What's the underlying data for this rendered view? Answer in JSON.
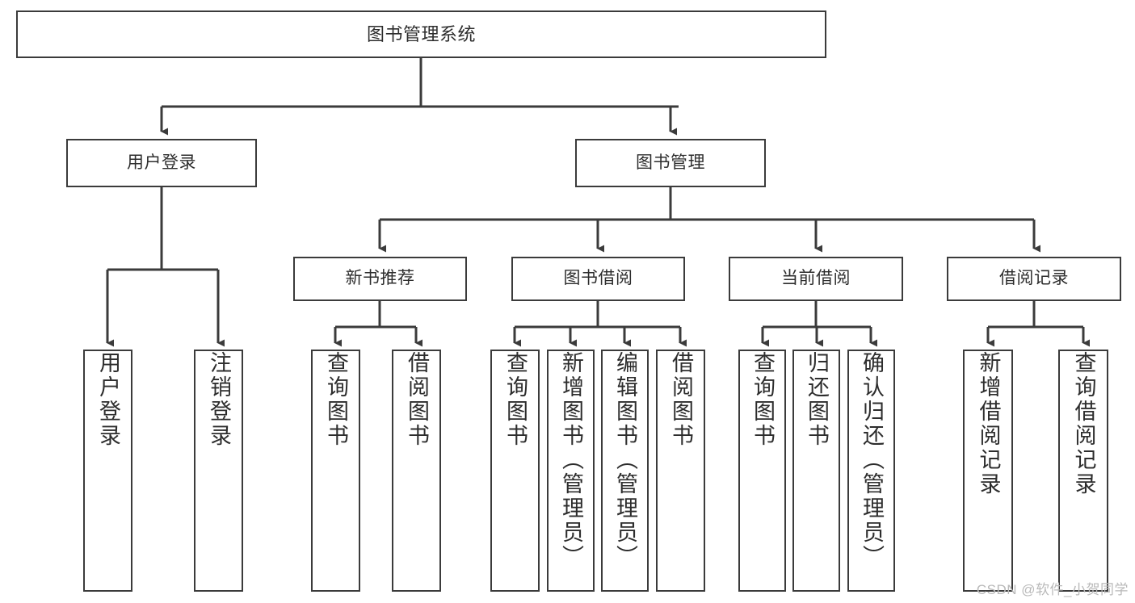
{
  "diagram": {
    "title": "图书管理系统",
    "watermark": "CSDN @软件_小贺同学",
    "line_color": "#3b3b3b",
    "text_color": "#2d2d2d",
    "background": "#ffffff",
    "nodes": {
      "root": "图书管理系统",
      "level2": {
        "user_login": "用户登录",
        "book_manage": "图书管理"
      },
      "level3": {
        "new_book_recommend": "新书推荐",
        "book_borrow": "图书借阅",
        "current_borrow": "当前借阅",
        "borrow_record": "借阅记录"
      },
      "leaves": {
        "user_login_1": "用户登录",
        "user_login_2": "注销登录",
        "new_book_1": "查询图书",
        "new_book_2": "借阅图书",
        "book_borrow_1": "查询图书",
        "book_borrow_2": "新增图书（管理员）",
        "book_borrow_3": "编辑图书（管理员）",
        "book_borrow_4": "借阅图书",
        "current_borrow_1": "查询图书",
        "current_borrow_2": "归还图书",
        "current_borrow_3": "确认归还（管理员）",
        "borrow_record_1": "新增借阅记录",
        "borrow_record_2": "查询借阅记录"
      }
    }
  }
}
